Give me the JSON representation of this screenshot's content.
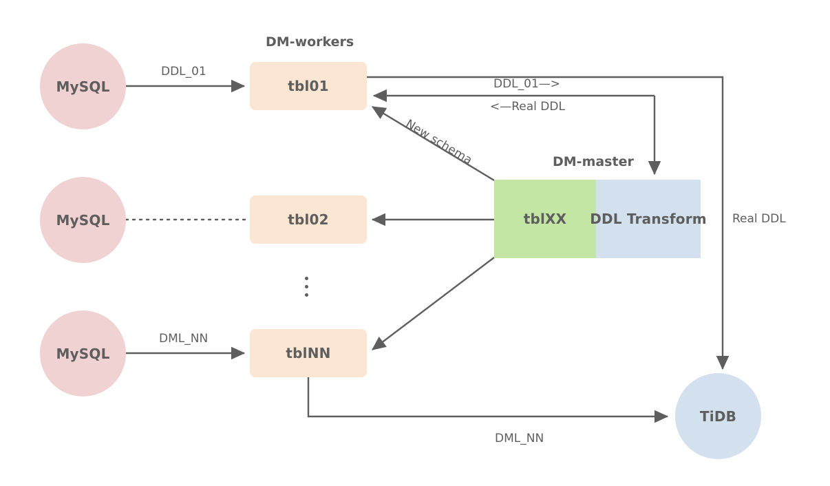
{
  "diagram": {
    "title_worker_group": "DM-workers",
    "title_master_group": "DM-master",
    "colors": {
      "mysql_fill": "#f0d2d2",
      "tbl_fill": "#fae6d2",
      "master_green_fill": "#c3e6a4",
      "master_blue_fill": "#d3e0ee",
      "tidb_fill": "#d3e0ee",
      "edge_stroke": "#5e5e5e",
      "text": "#5e5e5e",
      "background": "#ffffff"
    },
    "sources": [
      {
        "id": "mysql-1",
        "label": "MySQL"
      },
      {
        "id": "mysql-2",
        "label": "MySQL"
      },
      {
        "id": "mysql-3",
        "label": "MySQL"
      }
    ],
    "workers": [
      {
        "id": "tbl01",
        "label": "tbl01"
      },
      {
        "id": "tbl02",
        "label": "tbl02"
      },
      {
        "id": "tblNN",
        "label": "tblNN"
      }
    ],
    "worker_ellipsis": "⋮",
    "master": {
      "left_label": "tblXX",
      "right_label": "DDL Transform"
    },
    "target": {
      "id": "tidb",
      "label": "TiDB"
    },
    "edge_labels": {
      "ddl_01_source": "DDL_01",
      "ddl_01_out": "DDL_01—>",
      "real_ddl_back": "<—Real DDL",
      "new_schema": "New schema",
      "real_ddl_right": "Real DDL",
      "dml_nn_source": "DML_NN",
      "dml_nn_bottom": "DML_NN"
    }
  }
}
